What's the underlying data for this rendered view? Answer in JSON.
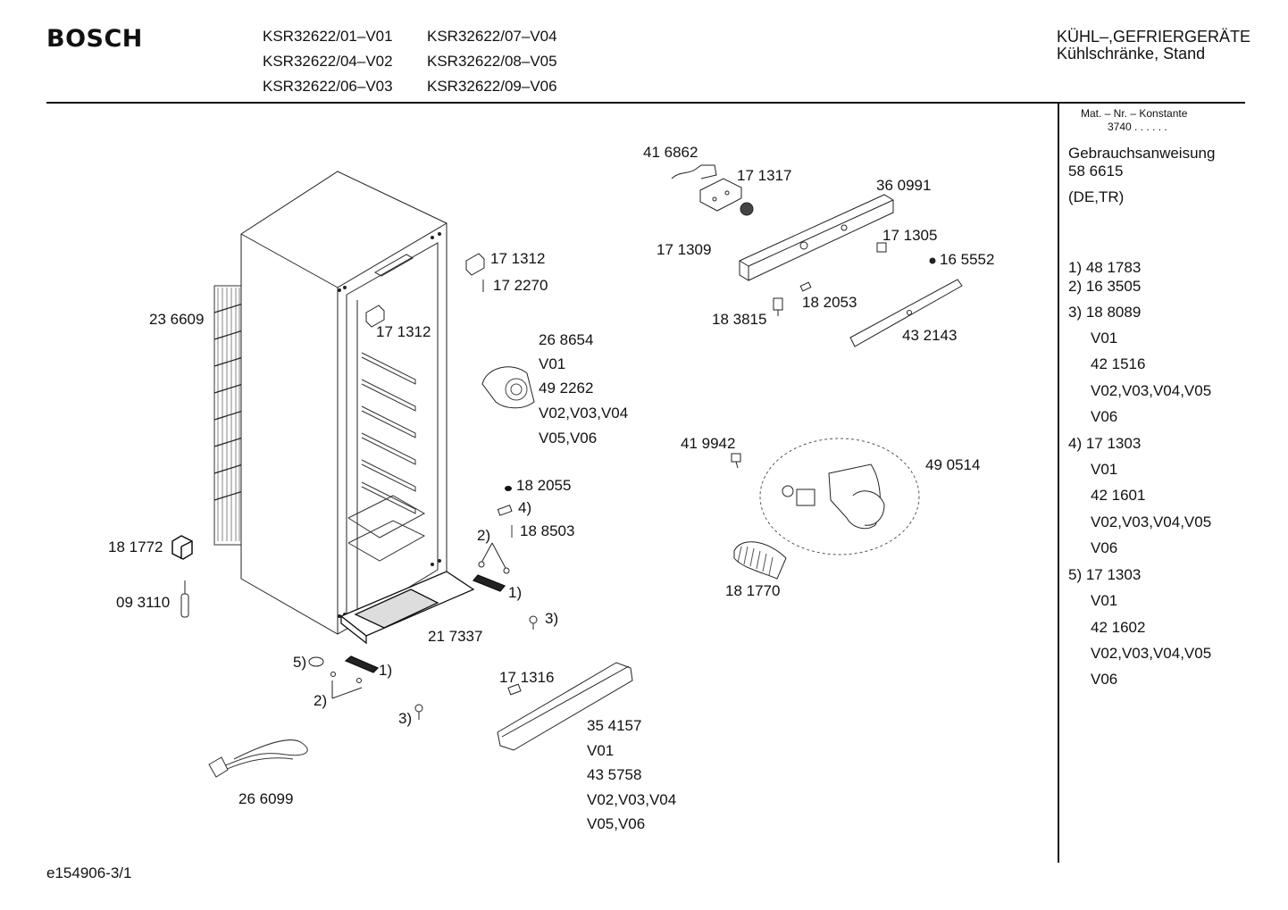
{
  "header": {
    "brand": "BOSCH",
    "models": [
      "KSR32622/01–V01",
      "KSR32622/07–V04",
      "KSR32622/04–V02",
      "KSR32622/08–V05",
      "KSR32622/06–V03",
      "KSR32622/09–V06"
    ],
    "category_line1": "KÜHL–,GEFRIERGERÄTE",
    "category_line2": "Kühlschränke, Stand"
  },
  "sidepanel": {
    "mat_label": "Mat. – Nr. – Konstante",
    "mat_value": "3740 . . . . . .",
    "manual_title": "Gebrauchsanweisung",
    "manual_number": "58 6615",
    "manual_lang": "(DE,TR)",
    "list": [
      "1)  48 1783",
      "2)  16 3505",
      "3)  18 8089",
      "V01",
      "42 1516",
      "V02,V03,V04,V05",
      "V06",
      "4)  17 1303",
      "V01",
      "42 1601",
      "V02,V03,V04,V05",
      "V06",
      "5)  17 1303",
      "V01",
      "42 1602",
      "V02,V03,V04,V05",
      "V06"
    ]
  },
  "parts": {
    "p416862": "41 6862",
    "p171317": "17 1317",
    "p360991": "36 0991",
    "p171309": "17 1309",
    "p171305": "17 1305",
    "p165552": "16 5552",
    "p171312a": "17 1312",
    "p172270": "17 2270",
    "p236609": "23 6609",
    "p171312b": "17 1312",
    "p183815": "18 3815",
    "p182053": "18 2053",
    "p432143": "43 2143",
    "p268654": "26 8654",
    "v01a": "V01",
    "p492262": "49 2262",
    "v020304a": "V02,V03,V04",
    "v0506a": "V05,V06",
    "p419942": "41 9942",
    "p490514": "49 0514",
    "p182055": "18 2055",
    "ref4": "4)",
    "ref2a": "2)",
    "p188503": "18 8503",
    "p181772": "18 1772",
    "p181770": "18 1770",
    "ref1a": "1)",
    "p093110": "09 3110",
    "ref3a": "3)",
    "p217337": "21 7337",
    "ref5": "5)",
    "ref1b": "1)",
    "p171316": "17 1316",
    "ref2b": "2)",
    "ref3b": "3)",
    "p354157": "35 4157",
    "v01b": "V01",
    "p435758": "43 5758",
    "v020304b": "V02,V03,V04",
    "v0506b": "V05,V06",
    "p266099": "26 6099"
  },
  "footer": {
    "code": "e154906-3/1"
  }
}
